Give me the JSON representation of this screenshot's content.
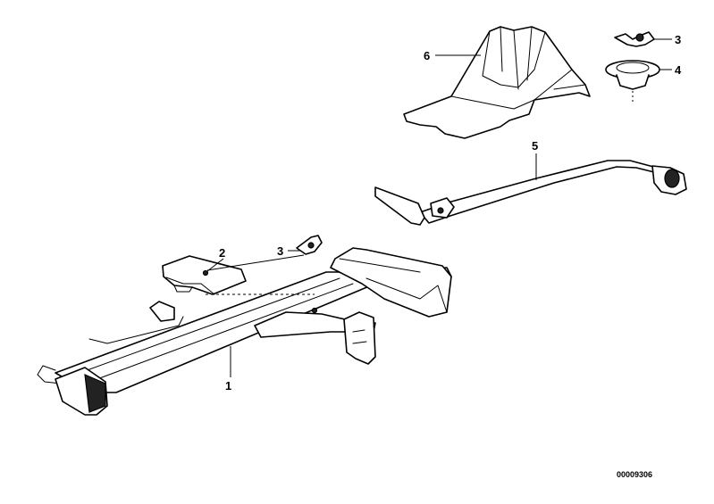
{
  "callouts": [
    {
      "id": "jack",
      "number": "1"
    },
    {
      "id": "plate",
      "number": "2"
    },
    {
      "id": "wing-nut-lower",
      "number": "3"
    },
    {
      "id": "wing-nut-upper",
      "number": "3"
    },
    {
      "id": "grommet",
      "number": "4"
    },
    {
      "id": "wheel-wrench",
      "number": "5"
    },
    {
      "id": "wheel-chock",
      "number": "6"
    }
  ],
  "diagram_ref": "00009306"
}
